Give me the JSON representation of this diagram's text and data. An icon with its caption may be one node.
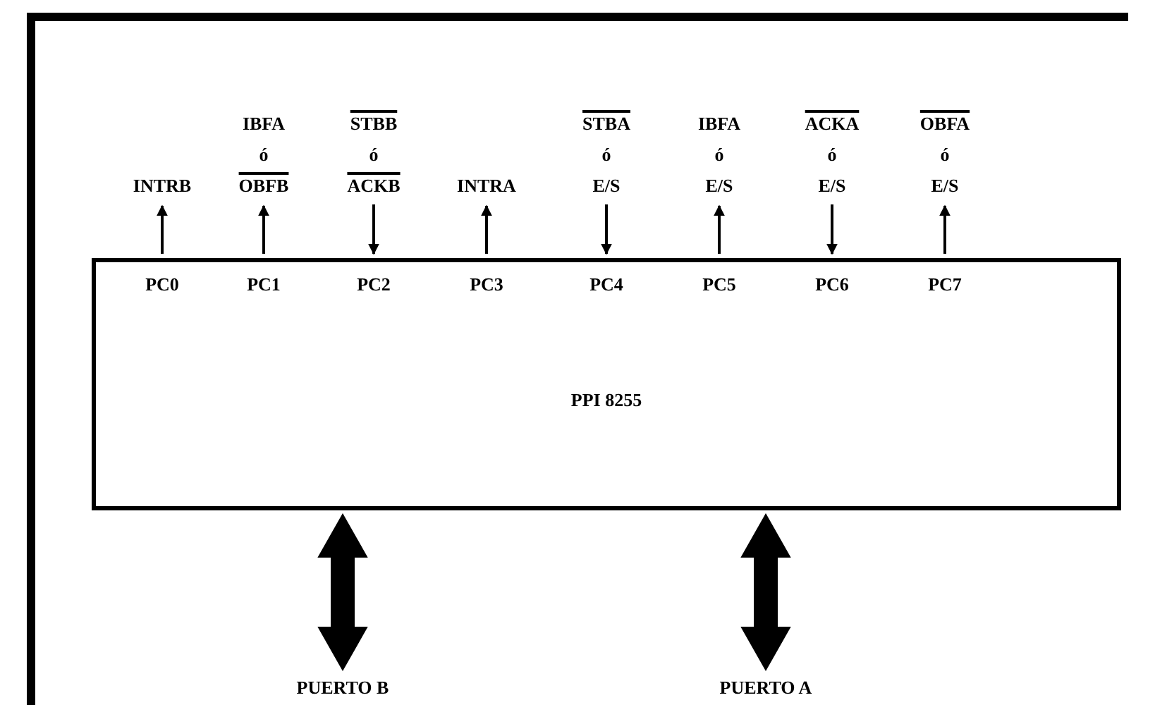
{
  "diagram": {
    "nodes": [
      {
        "text": [
          "PPI 8255"
        ]
      },
      {
        "text": [
          "INTRB"
        ]
      },
      {
        "text": [
          "IBFA",
          "ó",
          "OBFB"
        ]
      },
      {
        "text": [
          "STBB",
          "ó",
          "ACKB"
        ]
      },
      {
        "text": [
          "INTRA"
        ]
      },
      {
        "text": [
          "STBA",
          "ó",
          "E/S"
        ]
      },
      {
        "text": [
          "IBFA",
          "ó",
          "E/S"
        ]
      },
      {
        "text": [
          "ACKA",
          "ó",
          "E/S"
        ]
      },
      {
        "text": [
          "OBFA",
          "ó",
          "E/S"
        ]
      },
      {
        "text": [
          "PUERTO B"
        ]
      },
      {
        "text": [
          "PUERTO A"
        ]
      }
    ],
    "edges": [
      {
        "from": 0,
        "to": 1,
        "arrow": "to"
      },
      {
        "from": 0,
        "to": 2,
        "arrow": "to"
      },
      {
        "from": 3,
        "to": 0,
        "arrow": "to"
      },
      {
        "from": 0,
        "to": 4,
        "arrow": "to"
      },
      {
        "from": 5,
        "to": 0,
        "arrow": "to"
      },
      {
        "from": 0,
        "to": 6,
        "arrow": "to"
      },
      {
        "from": 7,
        "to": 0,
        "arrow": "to"
      },
      {
        "from": 0,
        "to": 8,
        "arrow": "to"
      },
      {
        "from": 0,
        "to": 9,
        "arrow": "both",
        "style": "thick"
      },
      {
        "from": 0,
        "to": 10,
        "arrow": "both",
        "style": "thick"
      }
    ],
    "labels": [
      "PC0",
      "PC1",
      "PC2",
      "PC3",
      "PC4",
      "PC5",
      "PC6",
      "PC7"
    ]
  }
}
